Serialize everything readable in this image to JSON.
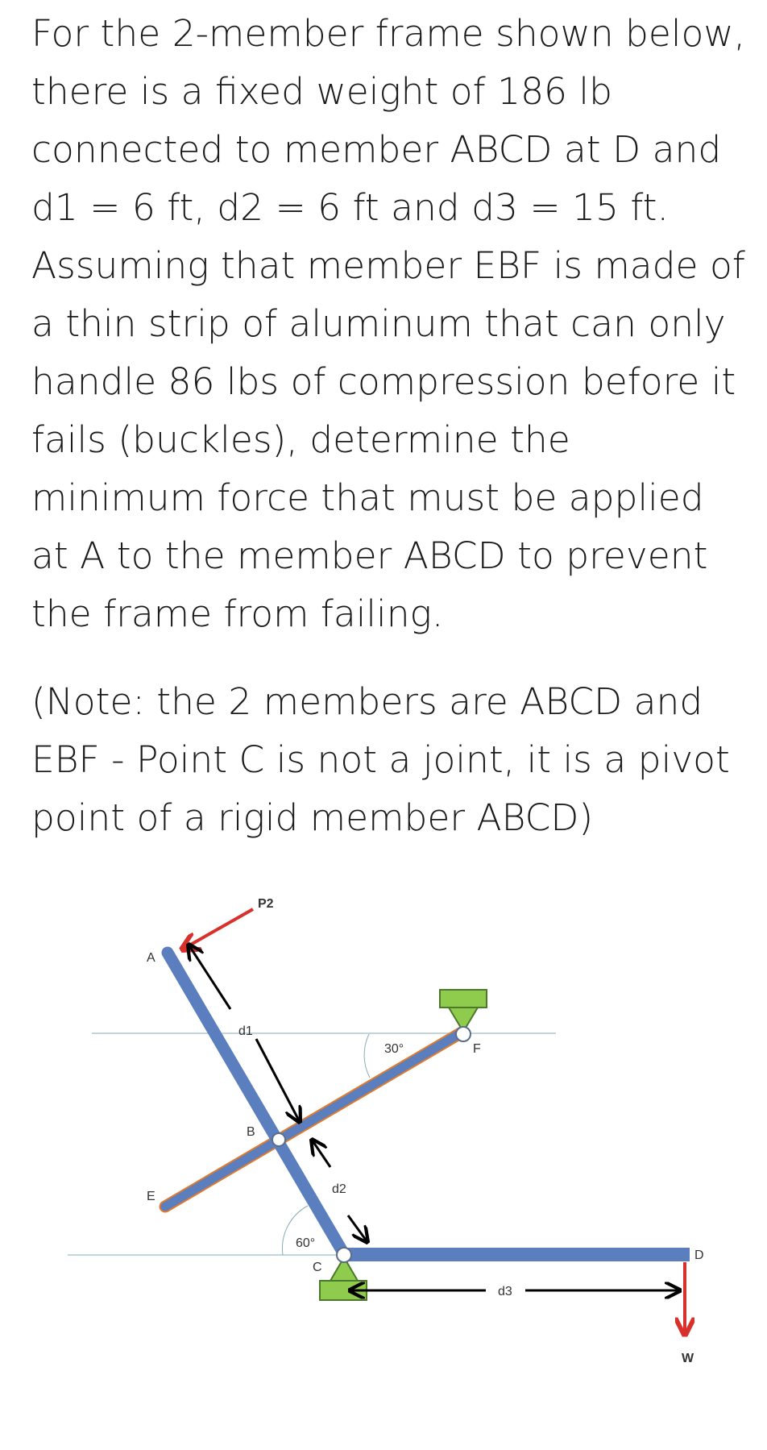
{
  "problem": {
    "statement": "For the 2-member frame shown below, there is a fixed weight of 186 lb connected to member ABCD at D and d1 = 6 ft, d2 = 6 ft and d3 = 15 ft.  Assuming that member EBF is made of a thin strip of aluminum that can only handle 86 lbs of compression before it fails (buckles), determine the minimum force that must be applied at A to the member ABCD to prevent the frame from failing.",
    "note": "(Note:  the 2 members are ABCD and EBF - Point C is not a joint, it is a pivot point of a rigid member ABCD)"
  },
  "diagram": {
    "labels": {
      "A": "A",
      "B": "B",
      "C": "C",
      "D": "D",
      "E": "E",
      "F": "F",
      "P2": "P2",
      "W": "W",
      "d1": "d1",
      "d2": "d2",
      "d3": "d3",
      "angle_30": "30°",
      "angle_60": "60°"
    },
    "colors": {
      "member_fill": "#5b7fbe",
      "strip_edge": "#e07a2c",
      "support_fill": "#8fcc4e",
      "force_arrow": "#d9302c",
      "dimension_arrow": "#000000",
      "reference_line": "#8aaab8"
    }
  }
}
